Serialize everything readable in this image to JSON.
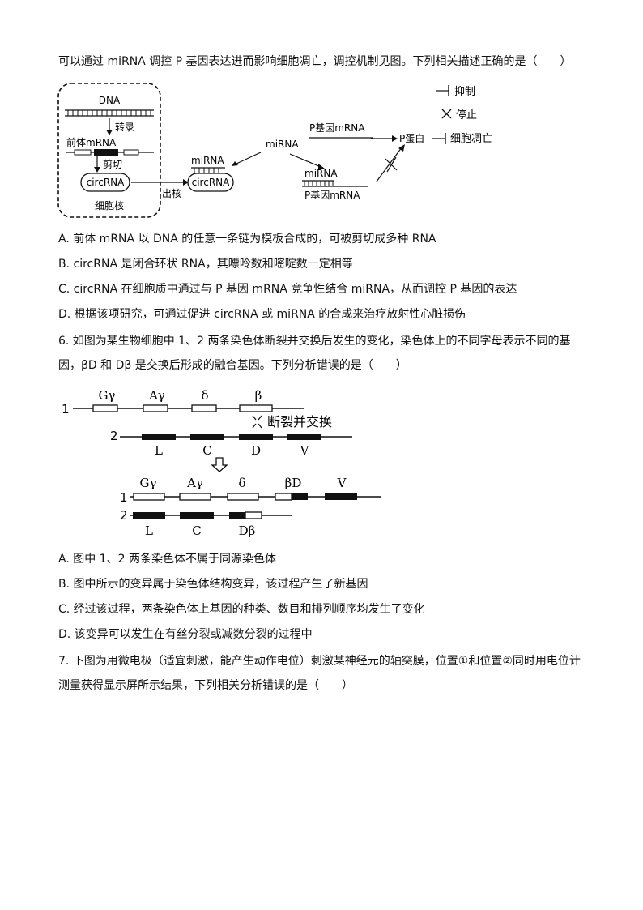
{
  "q5": {
    "stem": "可以通过 miRNA 调控 P 基因表达进而影响细胞凋亡，调控机制见图。下列相关描述正确的是（　　）",
    "diagram": {
      "dna": "DNA",
      "transcription": "转录",
      "pre_mrna": "前体mRNA",
      "splicing": "剪切",
      "circrna_nucleus": "circRNA",
      "nucleus": "细胞核",
      "export": "出核",
      "mirna_bound_label": "miRNA",
      "circrna_bound": "circRNA",
      "mirna_free": "miRNA",
      "p_gene_mrna_top": "P基因mRNA",
      "p_protein": "P蛋白",
      "apoptosis": "细胞凋亡",
      "mirna_on_mrna": "miRNA",
      "p_gene_mrna_bottom": "P基因mRNA",
      "legend_inhibit": "抑制",
      "legend_stop": "停止"
    },
    "options": [
      "A.  前体 mRNA 以 DNA 的任意一条链为模板合成的，可被剪切成多种 RNA",
      "B.  circRNA 是闭合环状 RNA，其嘌呤数和嘧啶数一定相等",
      "C.  circRNA 在细胞质中通过与 P 基因 mRNA 竞争性结合 miRNA，从而调控 P 基因的表达",
      "D.  根据该项研究，可通过促进 circRNA 或 miRNA 的合成来治疗放射性心脏损伤"
    ]
  },
  "q6": {
    "stem_line1": "6.  如图为某生物细胞中 1、2 两条染色体断裂并交换后发生的变化，染色体上的不同字母表示不同的基",
    "stem_line2": "因，βD 和 Dβ 是交换后形成的融合基因。下列分析错误的是（　　）",
    "diagram": {
      "chr1": "1",
      "chr2": "2",
      "gg": "Gγ",
      "ag": "Aγ",
      "delta": "δ",
      "beta": "β",
      "break_label": "断裂并交换",
      "L": "L",
      "C": "C",
      "D": "D",
      "V": "V",
      "after_chr1": "1",
      "after_chr2": "2",
      "after_gg": "Gγ",
      "after_ag": "Aγ",
      "after_delta": "δ",
      "beta_d": "βD",
      "after_V": "V",
      "after_L": "L",
      "after_C": "C",
      "d_beta": "Dβ"
    },
    "options": [
      "A.  图中 1、2 两条染色体不属于同源染色体",
      "B.  图中所示的变异属于染色体结构变异，该过程产生了新基因",
      "C.  经过该过程，两条染色体上基因的种类、数目和排列顺序均发生了变化",
      "D.  该变异可以发生在有丝分裂或减数分裂的过程中"
    ]
  },
  "q7": {
    "stem_line1": "7.  下图为用微电极（适宜刺激，能产生动作电位）刺激某神经元的轴突膜，位置①和位置②同时用电位计",
    "stem_line2": "测量获得显示屏所示结果，下列相关分析错误的是（　　）"
  }
}
